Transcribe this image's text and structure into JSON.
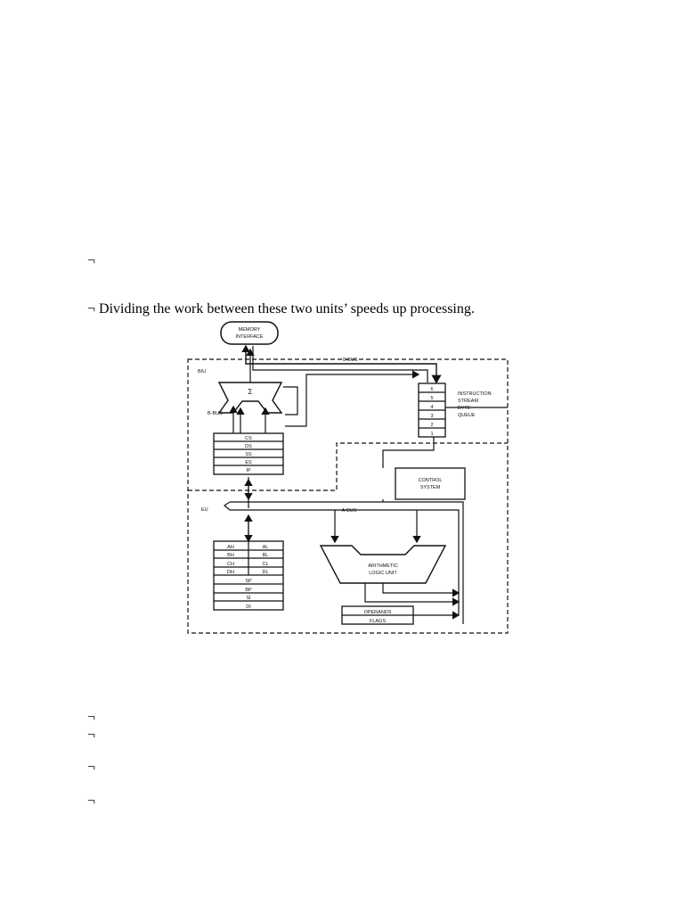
{
  "bullets": {
    "symbol": "¬",
    "line1": "",
    "line2": "Dividing the work between these two units’ speeds up processing.",
    "line3": "",
    "line4": "",
    "line5": "",
    "line6": ""
  },
  "diagram": {
    "memory_interface": [
      "MEMORY",
      "INTERFACE"
    ],
    "biu": "BIU",
    "eu": "EU",
    "c_bus": "C-BUS",
    "b_bus": "B-BUS",
    "a_bus": "A-BUS",
    "adder": "Σ",
    "segment_registers": [
      "CS",
      "DS",
      "SS",
      "ES",
      "IP"
    ],
    "queue_slots": [
      "6",
      "5",
      "4",
      "3",
      "2",
      "1"
    ],
    "queue_label": [
      "INSTRUCTION",
      "STREAM",
      "BYTE",
      "QUEUE"
    ],
    "control_system": [
      "CONTROL",
      "SYSTEM"
    ],
    "general_registers_left": [
      "AH",
      "BH",
      "CH",
      "DH"
    ],
    "general_registers_right": [
      "AL",
      "BL",
      "CL",
      "DL"
    ],
    "pointer_registers": [
      "SP",
      "BP",
      "SI",
      "DI"
    ],
    "alu": [
      "ARITHMETIC",
      "LOGIC UNIT"
    ],
    "operands": "OPERANDS",
    "flags": "FLAGS"
  }
}
